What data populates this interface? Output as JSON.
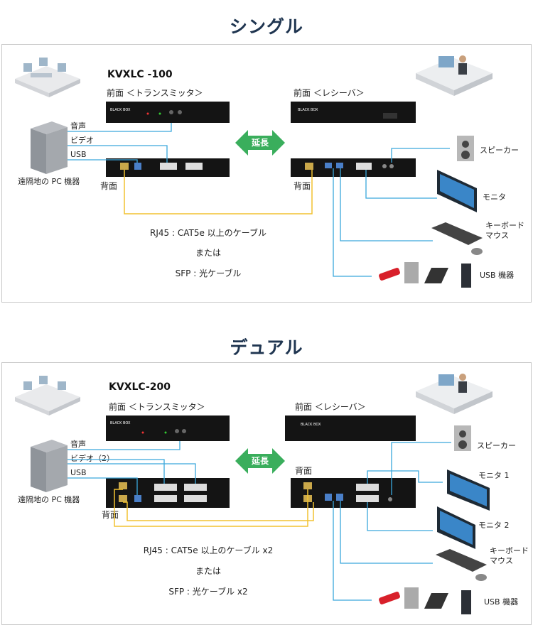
{
  "single": {
    "title": "シングル",
    "model": "KVXLC -100",
    "tx_front": "前面 ＜トランスミッタ＞",
    "rx_front": "前面 ＜レシーバ＞",
    "tx_rear": "背面",
    "rx_rear": "背面",
    "extend": "延長",
    "pc_audio": "音声",
    "pc_video": "ビデオ",
    "pc_usb": "USB",
    "pc_label": "遠隔地の PC 機器",
    "speaker": "スピーカー",
    "monitor": "モニタ",
    "keyboard": "キーボード",
    "mouse": "マウス",
    "usb_devices": "USB 機器",
    "cable1": "RJ45 : CAT5e 以上のケーブル",
    "cable_or": "または",
    "cable2": "SFP : 光ケーブル",
    "brand": "BLACK BOX"
  },
  "dual": {
    "title": "デュアル",
    "model": "KVXLC-200",
    "tx_front": "前面 ＜トランスミッタ＞",
    "rx_front": "前面 ＜レシーバ＞",
    "tx_rear": "背面",
    "rx_rear": "背面",
    "extend": "延長",
    "pc_audio": "音声",
    "pc_video": "ビデオ（2）",
    "pc_usb": "USB",
    "pc_label": "遠隔地の PC 機器",
    "speaker": "スピーカー",
    "monitor1": "モニタ 1",
    "monitor2": "モニタ 2",
    "keyboard": "キーボード",
    "mouse": "マウス",
    "usb_devices": "USB 機器",
    "cable1": "RJ45 : CAT5e 以上のケーブル x2",
    "cable_or": "または",
    "cable2": "SFP : 光ケーブル x2",
    "brand": "BLACK BOX"
  },
  "colors": {
    "blue_cable": "#3aa8dc",
    "yellow_cable": "#f2c230",
    "arrow": "#3aae5c",
    "title": "#1f3550"
  }
}
